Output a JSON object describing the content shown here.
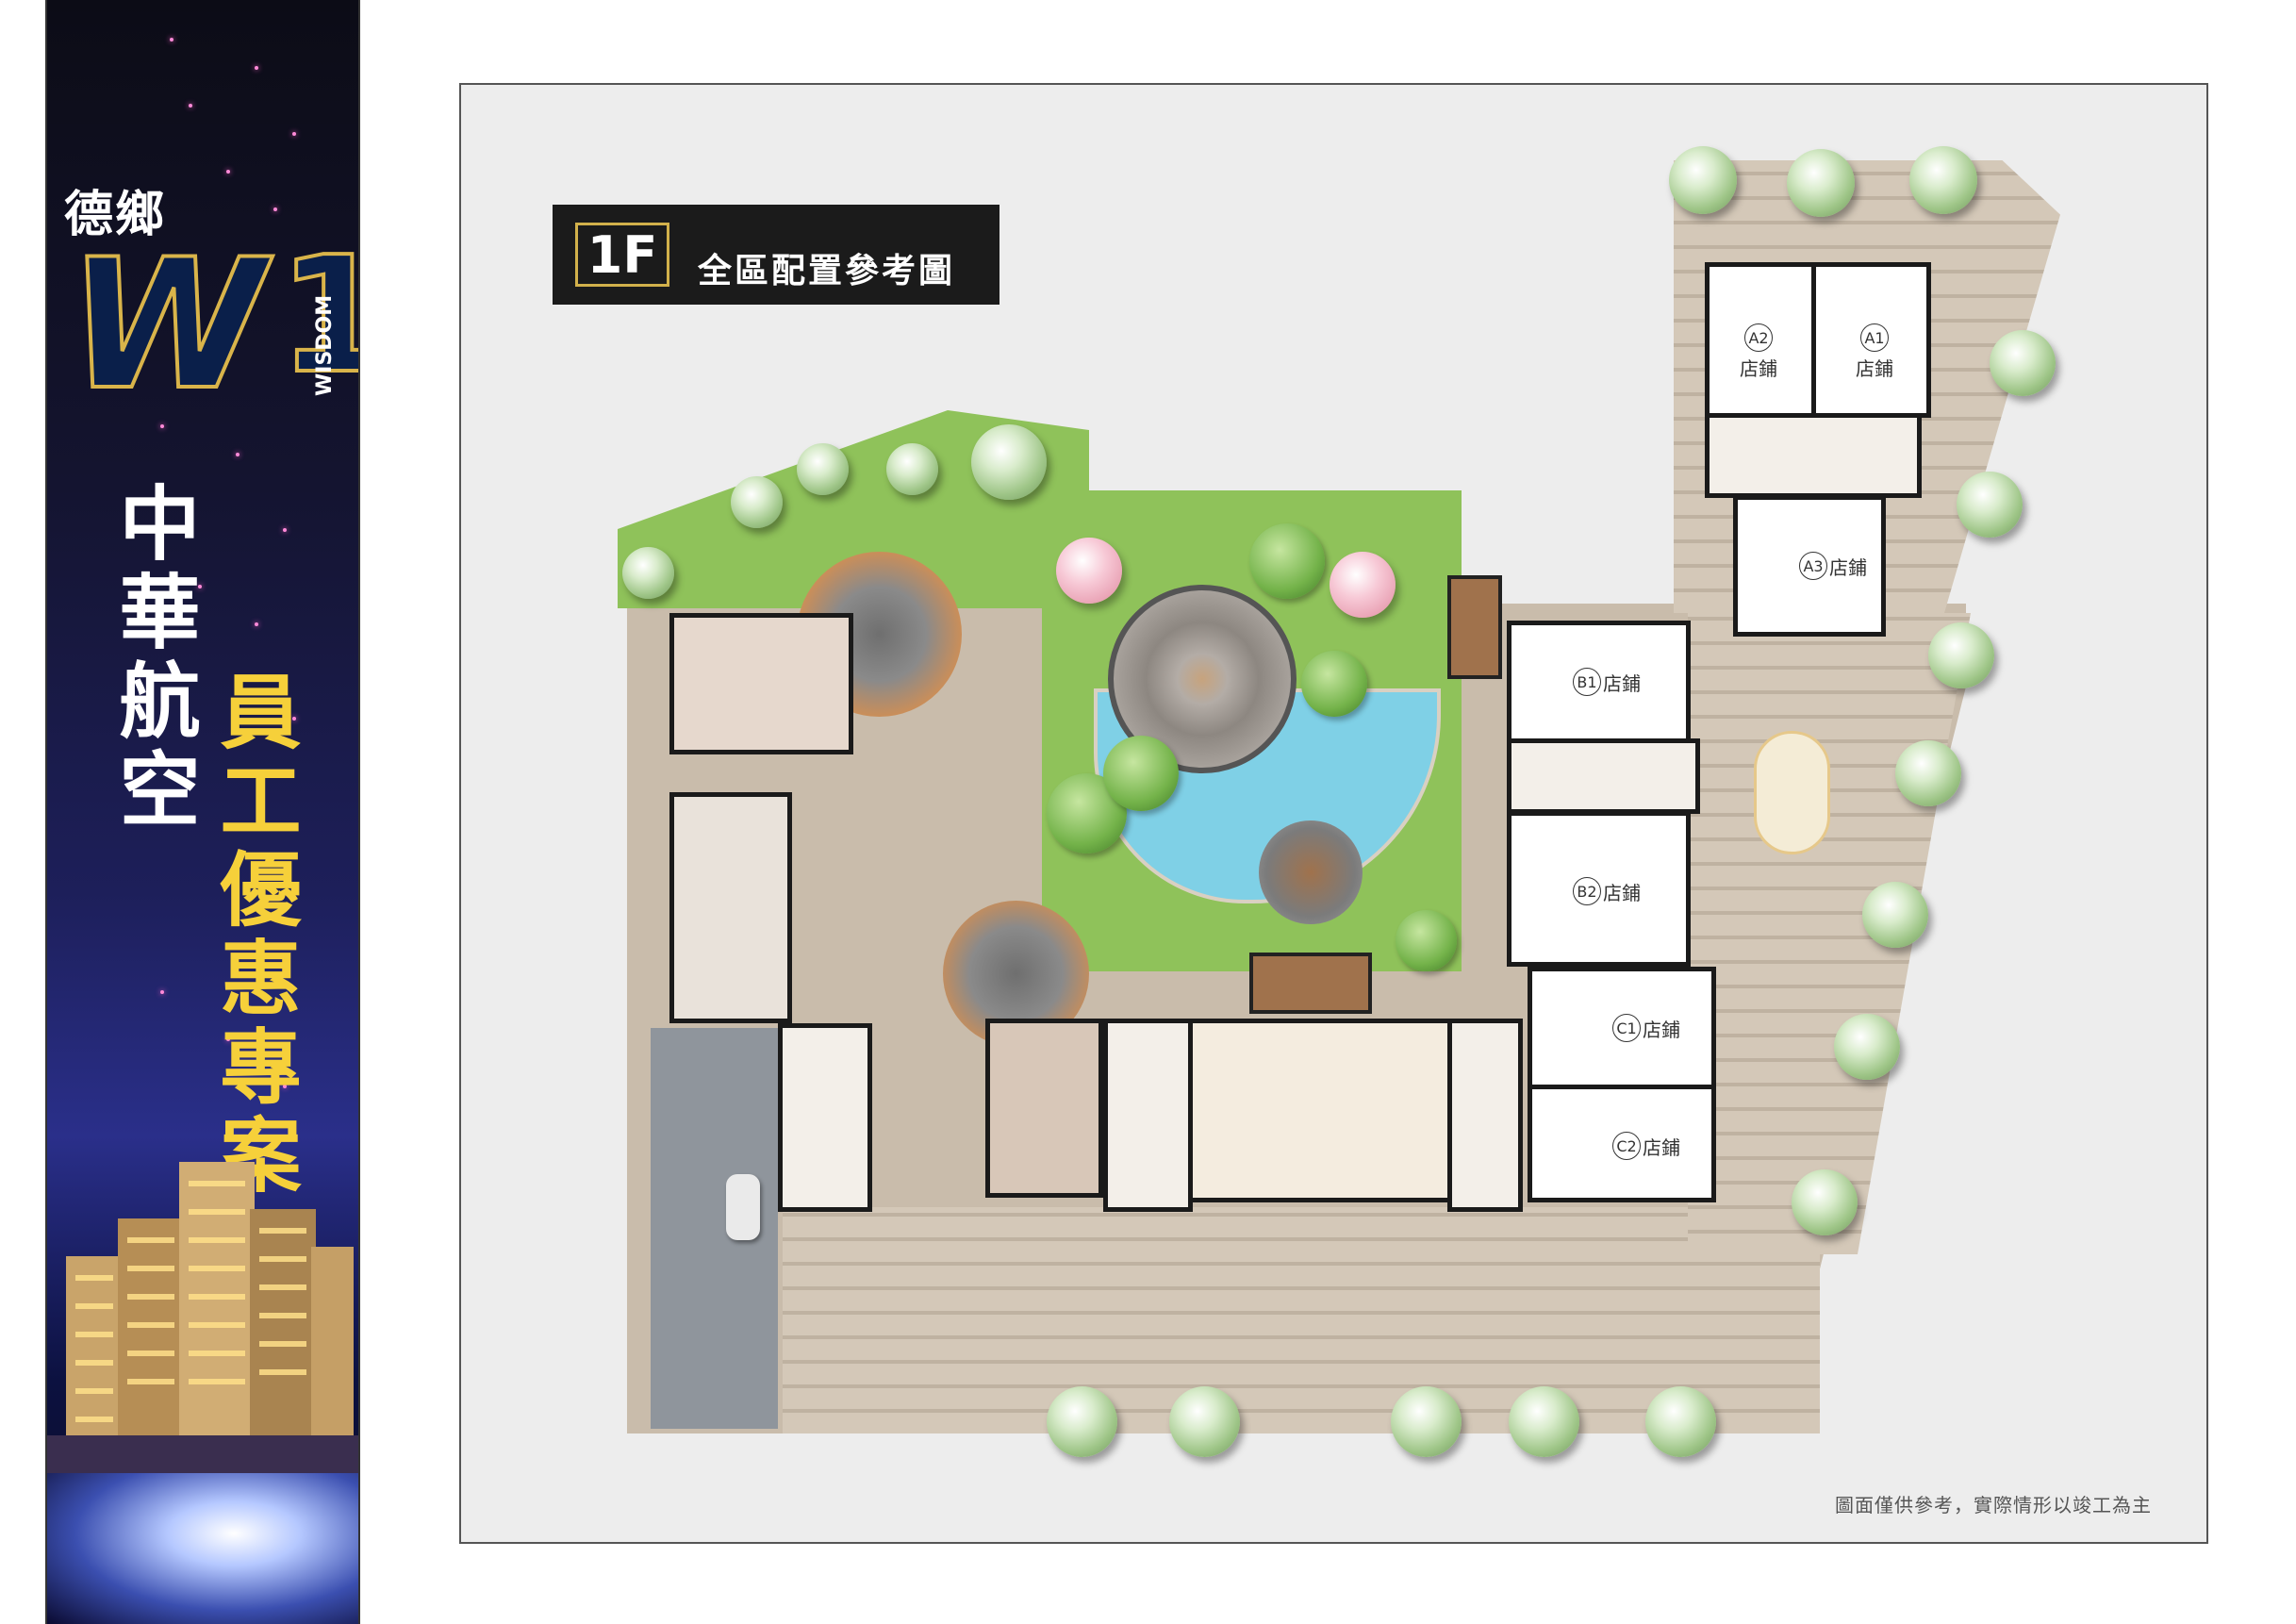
{
  "banner": {
    "brand_sub": "德鄉",
    "brand_main": "W",
    "brand_digit": "1",
    "brand_tag": "WISDOM",
    "company": "中華航空",
    "promo": "員工優惠專案"
  },
  "plan": {
    "floor": "1F",
    "title": "全區配置參考圖",
    "footnote": "圖面僅供參考，實際情形以竣工為主",
    "units": [
      {
        "id": "A2",
        "label": "店鋪"
      },
      {
        "id": "A1",
        "label": "店鋪"
      },
      {
        "id": "A3",
        "label": "店鋪"
      },
      {
        "id": "B1",
        "label": "店鋪"
      },
      {
        "id": "B2",
        "label": "店鋪"
      },
      {
        "id": "C1",
        "label": "店鋪"
      },
      {
        "id": "C2",
        "label": "店鋪"
      }
    ]
  },
  "colors": {
    "banner_bg": "#141430",
    "gold": "#d2b14b",
    "promo_yellow": "#f6d03a",
    "grass": "#8fc25a",
    "paving": "#c9bcab",
    "pool": "#7fd0e6"
  }
}
